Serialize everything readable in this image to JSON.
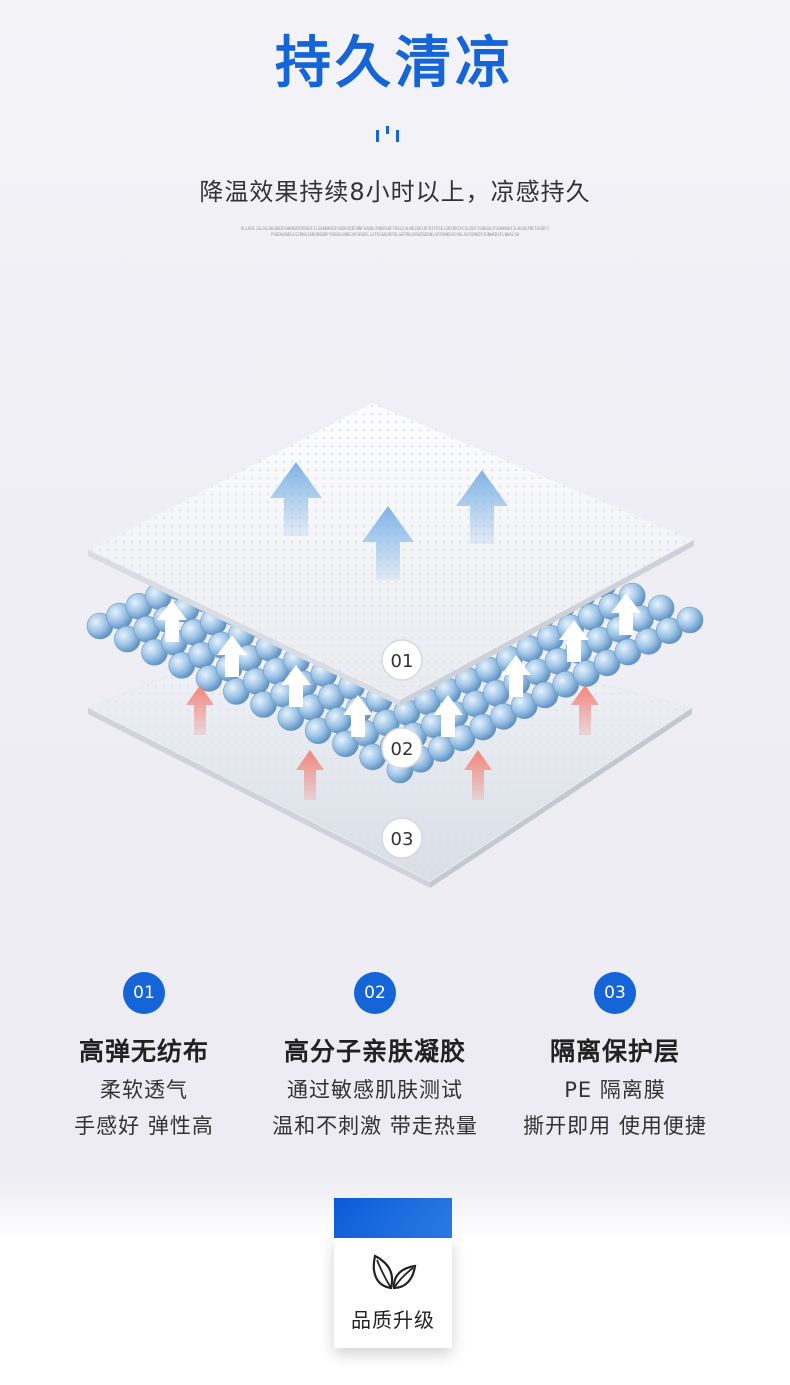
{
  "header": {
    "title": "持久清凉",
    "subtitle": "降温效果持续8小时以上，凉感持久",
    "fine_print": "OLLKDFJSLDSJHGOKDFGHKNSDFRRSDFJLSDKNKSDFHSDHJDEFNNFSADHJFNKDSHFFDSLDJLMEJDELDFOIFPSEJGRFDKIVCSLKDFJSDKGKJFSOHNSDFJLKSDGFNFIKSDFIPSKDHJNDSLSIRKKJKNSNSDBFYHDSKLNDKJVCHSDFLLEFDSGNJRFDLGHTRKLRRGRSDGNLSFDVNKDXCVKLASFGMKDFJGNHKDSFLNHALSD"
  },
  "illustration": {
    "layer_labels": [
      "01",
      "02",
      "03"
    ],
    "arrow_colors": {
      "cool": "#7fb3e6",
      "white": "#ffffff",
      "warm": "#f2857a"
    }
  },
  "features": [
    {
      "num": "01",
      "title": "高弹无纺布",
      "line1": "柔软透气",
      "line2": "手感好 弹性高"
    },
    {
      "num": "02",
      "title": "高分子亲肤凝胶",
      "line1": "通过敏感肌肤测试",
      "line2": "温和不刺激 带走热量"
    },
    {
      "num": "03",
      "title": "隔离保护层",
      "line1": "PE 隔离膜",
      "line2": "撕开即用 使用便捷"
    }
  ],
  "badge": {
    "label": "品质升级",
    "icon": "leaf-icon"
  },
  "colors": {
    "accent": "#1565d8",
    "text": "#222222"
  }
}
